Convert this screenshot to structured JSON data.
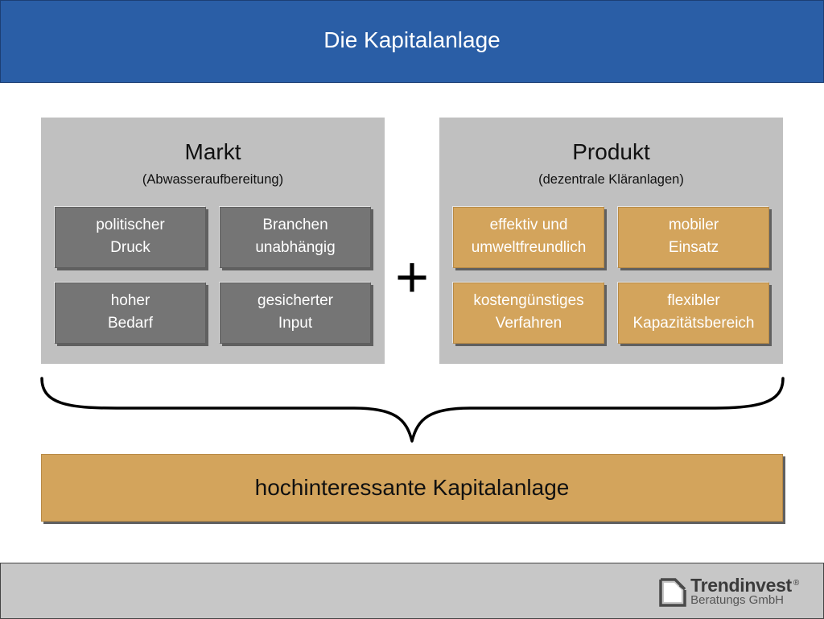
{
  "header": {
    "title": "Die Kapitalanlage"
  },
  "left_panel": {
    "title": "Markt",
    "subtitle": "(Abwasseraufbereitung)",
    "boxes": [
      {
        "text": "politischer\nDruck"
      },
      {
        "text": "Branchen\nunabhängig"
      },
      {
        "text": "hoher\nBedarf"
      },
      {
        "text": "gesicherter\nInput"
      }
    ]
  },
  "right_panel": {
    "title": "Produkt",
    "subtitle": "(dezentrale Kläranlagen)",
    "boxes": [
      {
        "text": "effektiv und\numweltfreundlich"
      },
      {
        "text": "mobiler\nEinsatz"
      },
      {
        "text": "kostengünstiges\nVerfahren"
      },
      {
        "text": "flexibler\nKapazitätsbereich"
      }
    ]
  },
  "operator": "+",
  "result": {
    "text": "hochinteressante Kapitalanlage"
  },
  "footer": {
    "logo_brand": "Trendinvest",
    "logo_mark": "®",
    "logo_sub": "Beratungs GmbH"
  },
  "colors": {
    "header_bg": "#2a5ea6",
    "panel_bg": "#c0c0c0",
    "gray_box": "#757575",
    "gold_box": "#d3a45c",
    "footer_bg": "#c7c7c7"
  }
}
